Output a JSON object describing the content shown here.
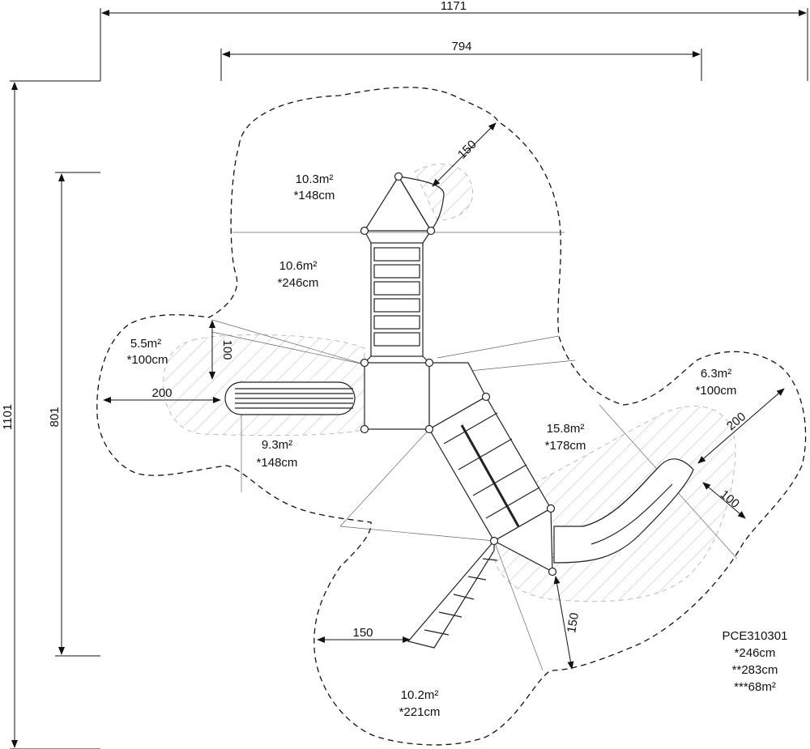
{
  "dimensions": {
    "overall_width": "1171",
    "inner_width": "794",
    "overall_depth": "1101",
    "inner_depth": "801",
    "slide_zone": "150",
    "slide_left": "100",
    "slide_left_len": "200",
    "slide_right_len": "200",
    "slide_right_w": "100",
    "bottom_right": "150",
    "ladder_zone": "150"
  },
  "zones": [
    {
      "area": "10.3m²",
      "height": "*148cm"
    },
    {
      "area": "10.6m²",
      "height": "*246cm"
    },
    {
      "area": "5.5m²",
      "height": "*100cm"
    },
    {
      "area": "9.3m²",
      "height": "*148cm"
    },
    {
      "area": "15.8m²",
      "height": "*178cm"
    },
    {
      "area": "6.3m²",
      "height": "*100cm"
    },
    {
      "area": "10.2m²",
      "height": "*221cm"
    }
  ],
  "product": {
    "code": "PCE310301",
    "height1": "*246cm",
    "height2": "**283cm",
    "area": "***68m²"
  }
}
